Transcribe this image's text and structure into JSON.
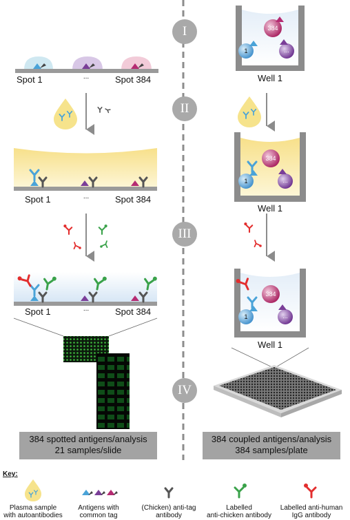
{
  "steps": [
    "I",
    "II",
    "III",
    "IV"
  ],
  "left_panel": {
    "spot_first": "Spot 1",
    "spot_ellipsis": "...",
    "spot_last": "Spot 384",
    "summary_line1": "384 spotted antigens/analysis",
    "summary_line2": "21 samples/slide"
  },
  "right_panel": {
    "well_label": "Well 1",
    "bead_labels": [
      "384",
      "1",
      "..."
    ],
    "summary_line1": "384 coupled antigens/analysis",
    "summary_line2": "384 samples/plate"
  },
  "key": {
    "title": "Key:",
    "items": [
      {
        "line1": "Plasma sample",
        "line2": "with autoantibodies"
      },
      {
        "line1": "Antigens with",
        "line2": "common tag"
      },
      {
        "line1": "(Chicken) anti-tag",
        "line2": "antibody"
      },
      {
        "line1": "Labelled",
        "line2": "anti-chicken antibody"
      },
      {
        "line1": "Labelled anti-human",
        "line2": "IgG antibody"
      }
    ]
  },
  "colors": {
    "plasma_yellow": "#f6e38c",
    "chip_blue": "#cfe1f3",
    "dome_blue": "#cfe8f1",
    "dome_purple": "#d8c7e6",
    "dome_pink": "#f2cbd8",
    "antigen_blue": "#4aa3d8",
    "antigen_purple": "#7a3e98",
    "antigen_magenta": "#b52b72",
    "antitag_gray": "#555555",
    "antihuman_red": "#e32e2e",
    "antichicken_green": "#3aa24a",
    "step_circle": "#a9a9a9",
    "summary_bg": "#a3a3a3",
    "well_gray": "#8c8c8c",
    "divider": "#8c8c8c"
  }
}
